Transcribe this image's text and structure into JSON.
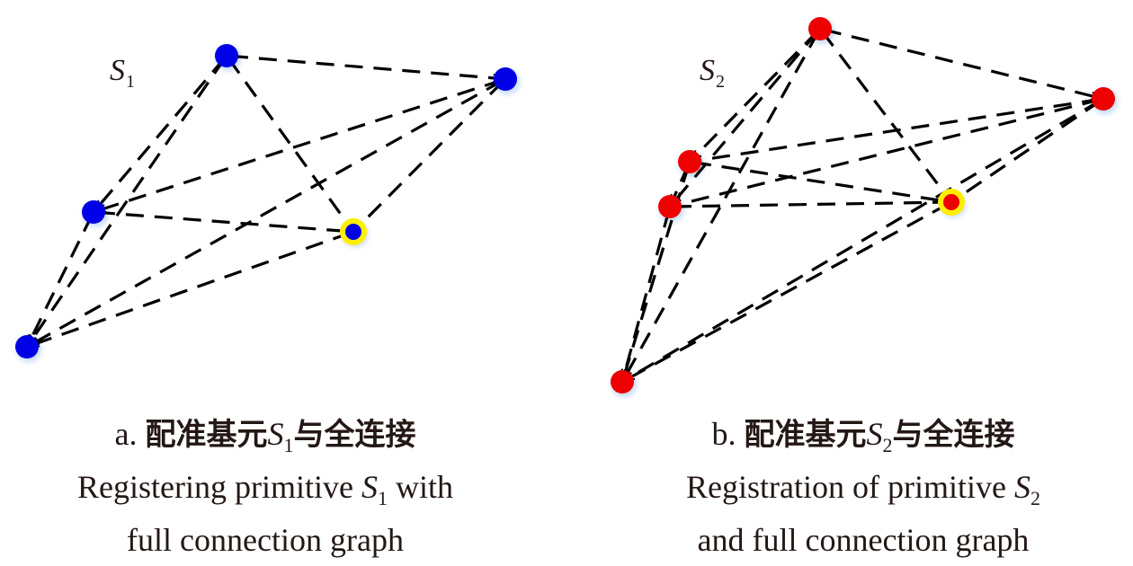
{
  "panels": [
    {
      "id": "a",
      "graph_label": {
        "letter": "S",
        "subscript": "1"
      },
      "node_color": "#0000e6",
      "highlight_color": "#ffee00",
      "caption": {
        "prefix": "a.",
        "zh_before": "配准基元",
        "var_letter": "S",
        "var_sub": "1",
        "zh_after": "与全连接",
        "en_line1_before": "Registering primitive ",
        "en_var_letter": "S",
        "en_var_sub": "1",
        "en_line1_after": " with",
        "en_line2": "full connection graph"
      }
    },
    {
      "id": "b",
      "graph_label": {
        "letter": "S",
        "subscript": "2"
      },
      "node_color": "#ee0000",
      "highlight_color": "#ffee00",
      "caption": {
        "prefix": "b.",
        "zh_before": "配准基元",
        "var_letter": "S",
        "var_sub": "2",
        "zh_after": "与全连接",
        "en_line1_before": "Registration of primitive ",
        "en_var_letter": "S",
        "en_var_sub": "2",
        "en_line1_after": "",
        "en_line2": "and full connection graph"
      }
    }
  ]
}
